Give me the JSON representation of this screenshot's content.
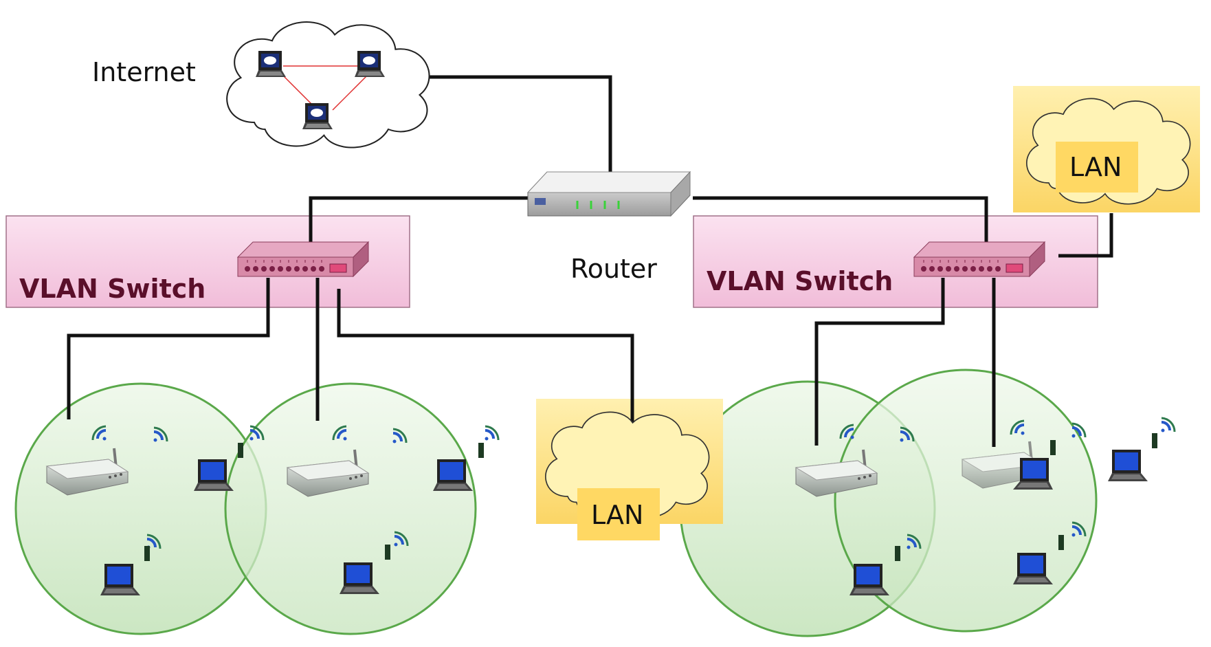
{
  "labels": {
    "internet": "Internet",
    "router": "Router",
    "vlan_switch_left": "VLAN Switch",
    "vlan_switch_right": "VLAN Switch",
    "lan_top_right": "LAN",
    "lan_middle": "LAN"
  },
  "colors": {
    "vlan_box": "#f7cfe6",
    "lan_box": "#fde07a",
    "cell_fill": "#d7edcf",
    "cell_stroke": "#5aa84a",
    "cable": "#111111",
    "switch_body": "#c77a98",
    "laptop_screen": "#1f4fd6"
  },
  "icons": [
    "cloud-icon",
    "router-icon",
    "switch-icon",
    "access-point-icon",
    "laptop-icon",
    "wifi-signal-icon"
  ]
}
